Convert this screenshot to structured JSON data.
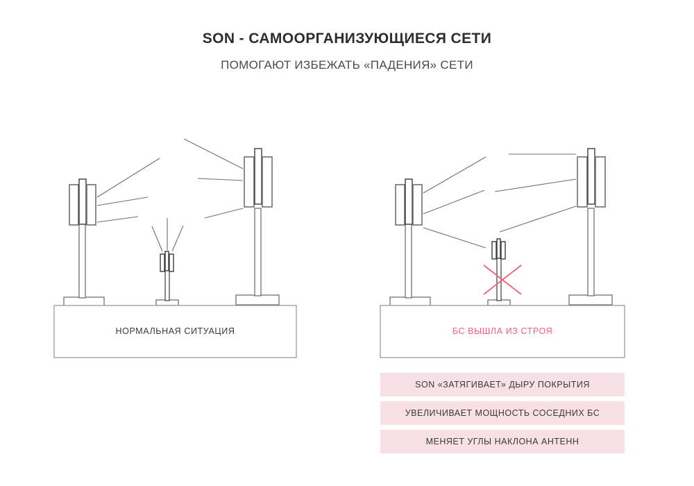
{
  "header": {
    "title": "SON - САМООРГАНИЗУЮЩИЕСЯ СЕТИ",
    "subtitle": "ПОМОГАЮТ ИЗБЕЖАТЬ «ПАДЕНИЯ» СЕТИ"
  },
  "colors": {
    "accent_pink": "#f4607a",
    "pink_bar_bg": "#f7e1e5",
    "line_gray": "#6f6f6f",
    "panel_border": "#9a9a9a",
    "text_dark": "#2d2d2d"
  },
  "panels": {
    "left": {
      "caption": "НОРМАЛЬНАЯ СИТУАЦИЯ",
      "caption_color": "#3a3a3a",
      "towers": [
        {
          "name": "tower-left-large",
          "kind": "large",
          "status": "active",
          "signal_lines": 3
        },
        {
          "name": "tower-center-small",
          "kind": "small",
          "status": "active",
          "signal_lines": 3
        },
        {
          "name": "tower-right-large",
          "kind": "large",
          "status": "active",
          "signal_lines": 3
        }
      ]
    },
    "right": {
      "caption": "БС ВЫШЛА ИЗ СТРОЯ",
      "caption_color": "#f4607a",
      "towers": [
        {
          "name": "tower-left-large",
          "kind": "large",
          "status": "active",
          "signal_lines": 3
        },
        {
          "name": "tower-center-small",
          "kind": "small",
          "status": "failed",
          "signal_lines": 0
        },
        {
          "name": "tower-right-large",
          "kind": "large",
          "status": "active",
          "signal_lines": 3
        }
      ],
      "failure_marker": "red-x-cross"
    }
  },
  "son_actions": [
    "SON «ЗАТЯГИВАЕТ» ДЫРУ ПОКРЫТИЯ",
    "УВЕЛИЧИВАЕТ МОЩНОСТЬ СОСЕДНИХ БС",
    "МЕНЯЕТ УГЛЫ НАКЛОНА АНТЕНН"
  ]
}
